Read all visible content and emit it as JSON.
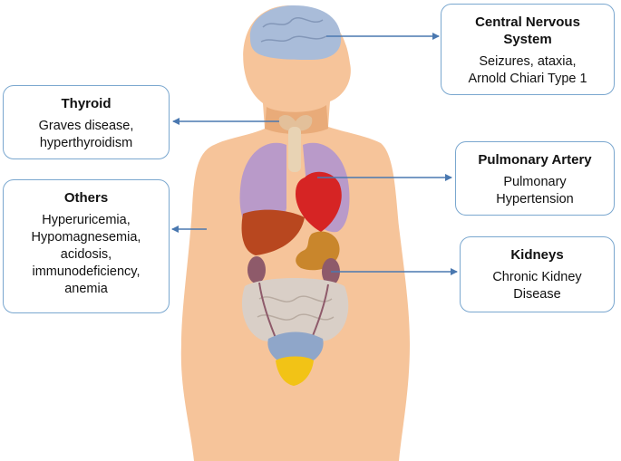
{
  "colors": {
    "skin": "#f6c49a",
    "skin_shadow": "#e9ab79",
    "brain": "#a9bcd9",
    "lung": "#b99ac9",
    "heart": "#d62424",
    "liver": "#b8471f",
    "stomach": "#c9862c",
    "kidney": "#8e5a6a",
    "intestine": "#d9cfc7",
    "bladder": "#f2c316",
    "pelvis": "#8fa6c9",
    "box_border": "#7aa7cf",
    "arrow": "#4a78b0"
  },
  "boxes": {
    "cns": {
      "title": "Central Nervous System",
      "title_lines": [
        "Central Nervous",
        "System"
      ],
      "body_lines": [
        "Seizures, ataxia,",
        "Arnold Chiari Type 1"
      ]
    },
    "thyroid": {
      "title": "Thyroid",
      "title_lines": [
        "Thyroid"
      ],
      "body_lines": [
        "Graves disease,",
        "hyperthyroidism"
      ]
    },
    "pulmonary": {
      "title": "Pulmonary Artery",
      "title_lines": [
        "Pulmonary Artery"
      ],
      "body_lines": [
        "Pulmonary",
        "Hypertension"
      ]
    },
    "others": {
      "title": "Others",
      "title_lines": [
        "Others"
      ],
      "body_lines": [
        "Hyperuricemia,",
        "Hypomagnesemia,",
        "acidosis,",
        "immunodeficiency,",
        "anemia"
      ]
    },
    "kidneys": {
      "title": "Kidneys",
      "title_lines": [
        "Kidneys"
      ],
      "body_lines": [
        "Chronic Kidney",
        "Disease"
      ]
    }
  }
}
